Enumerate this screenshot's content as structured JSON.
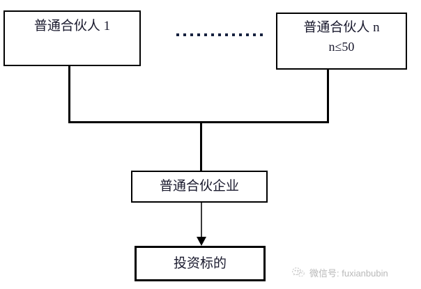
{
  "diagram": {
    "nodes": {
      "partner_1": {
        "label": "普通合伙人 1"
      },
      "partner_n": {
        "line1": "普通合伙人 n",
        "line2": "n≤50"
      },
      "enterprise": {
        "label": "普通合伙企业"
      },
      "target": {
        "label": "投资标的"
      }
    },
    "ellipsis_dot_count": 13,
    "colors": {
      "stroke": "#000000",
      "text": "#1a1a2e",
      "dot": "#16213e",
      "watermark": "#b9b9b9",
      "background": "#ffffff"
    }
  },
  "watermark": {
    "text": "微信号: fuxianbubin",
    "icon": "wechat-icon"
  }
}
